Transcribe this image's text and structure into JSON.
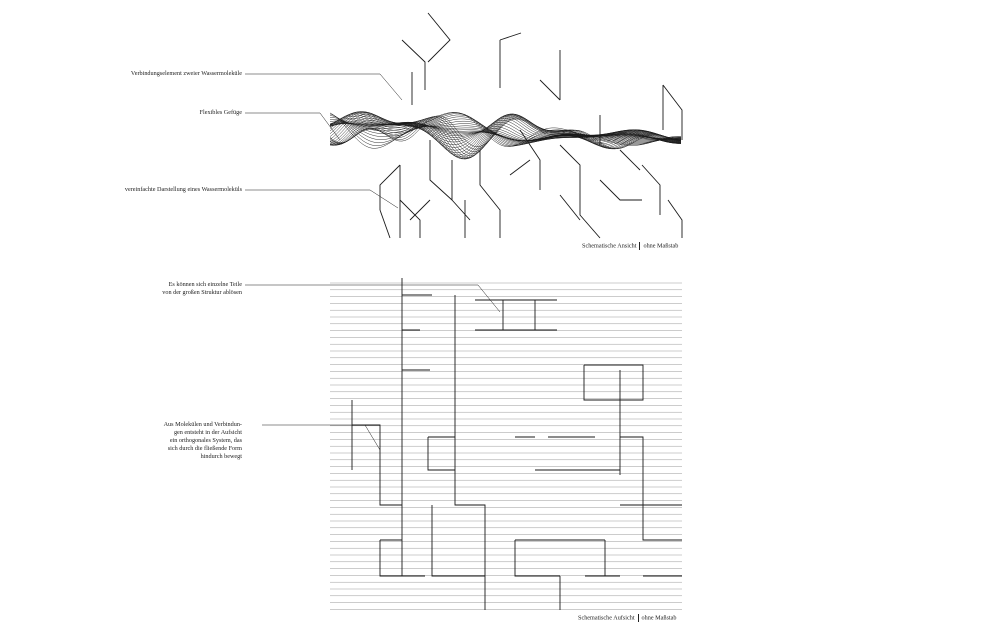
{
  "colors": {
    "ink": "#1a1a1a",
    "ruling": "#9a9a9a",
    "background": "#ffffff"
  },
  "side_view": {
    "labels": {
      "connector": "Verbindungselement zweier Wassermoleküle",
      "flexible": "Flexibles Gefüge",
      "molecule": "vereinfachte Darstellung eines Wassermoleküls"
    },
    "caption": {
      "title": "Schematische Ansicht",
      "scale": "ohne Maßstab"
    }
  },
  "top_view": {
    "labels": {
      "detach": [
        "Es können sich einzelne Teile",
        "von der großen Struktur ablösen"
      ],
      "orthogonal": [
        "Aus Molekülen und Verbindun-",
        "gen entsteht in der Aufsicht",
        "ein orthogonales System, das",
        "sich durch die fließende Form",
        "hindurch bewegt"
      ]
    },
    "caption": {
      "title": "Schematische Aufsicht",
      "scale": "ohne Maßstab"
    }
  }
}
